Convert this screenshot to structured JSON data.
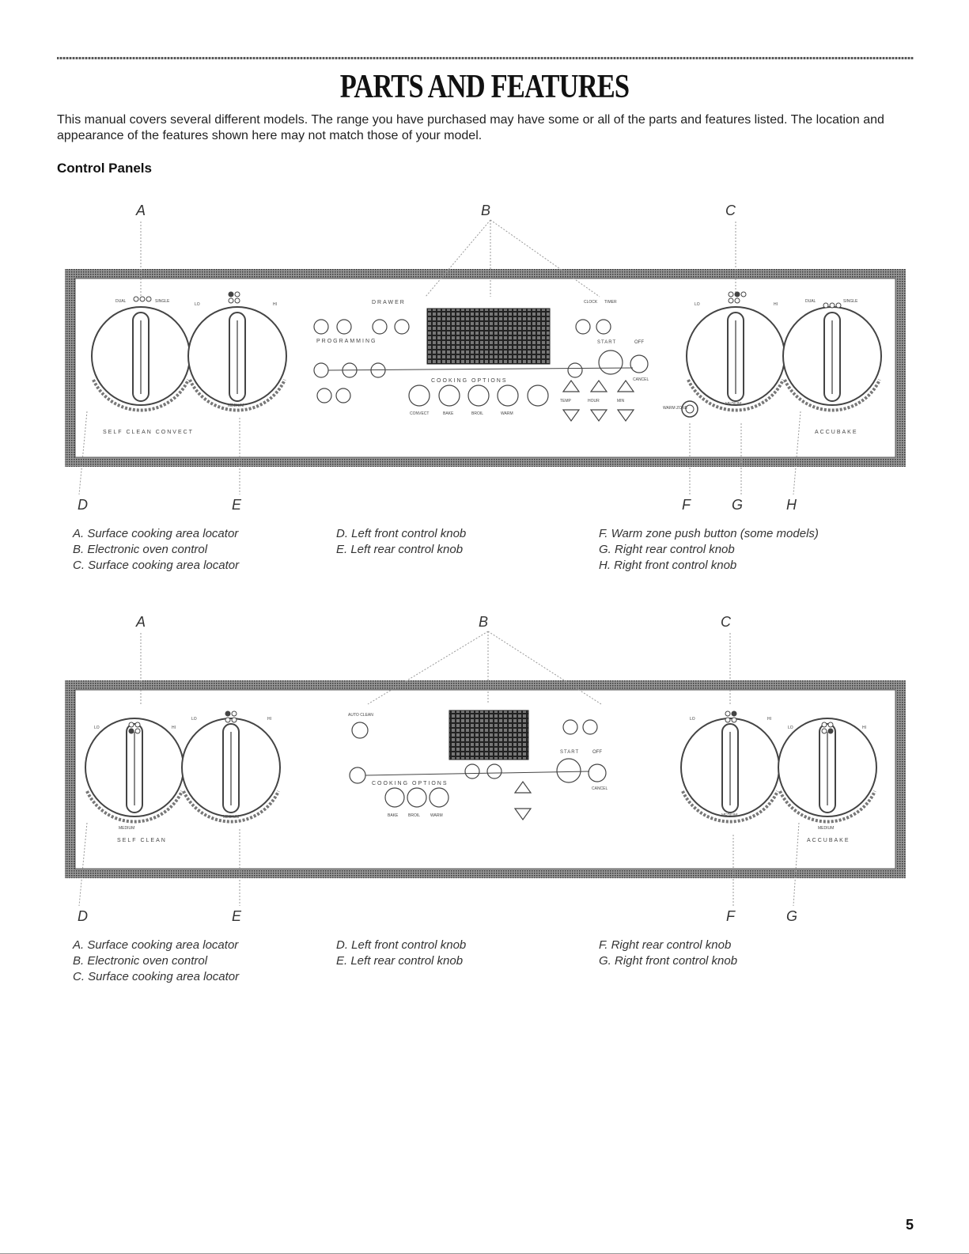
{
  "title": "PARTS AND FEATURES",
  "intro": "This manual covers several different models. The range you have purchased may have some or all of the parts and features listed. The location and appearance of the features shown here may not match those of your model.",
  "section_heading": "Control Panels",
  "panel1": {
    "callouts": {
      "a": "A",
      "b": "B",
      "c": "C",
      "d": "D",
      "e": "E",
      "f": "F",
      "g": "G",
      "h": "H"
    },
    "panel_text": {
      "self_clean_convect": "SELF CLEAN CONVECT",
      "accubake": "ACCUBAKE",
      "drawer": "DRAWER",
      "programming": "PROGRAMMING",
      "cooking_options": "COOKING OPTIONS",
      "warm_zone": "WARM ZONE",
      "start": "START",
      "off": "OFF",
      "temp": "TEMP",
      "hour": "HOUR",
      "min": "MIN",
      "bake": "BAKE",
      "broil": "BROIL",
      "warm": "WARM",
      "convect": "CONVECT",
      "cancel": "CANCEL",
      "clock": "CLOCK",
      "timer": "TIMER",
      "hi": "HI",
      "lo": "LO",
      "dual": "DUAL",
      "single": "SINGLE",
      "medium": "MEDIUM"
    },
    "legend": {
      "col1": [
        "A. Surface cooking area locator",
        "B. Electronic oven control",
        "C. Surface cooking area locator"
      ],
      "col2": [
        "D. Left front control knob",
        "E. Left rear control knob"
      ],
      "col3": [
        "F. Warm zone push button (some models)",
        "G. Right rear control knob",
        "H. Right front control knob"
      ]
    }
  },
  "panel2": {
    "callouts": {
      "a": "A",
      "b": "B",
      "c": "C",
      "d": "D",
      "e": "E",
      "f": "F",
      "g": "G"
    },
    "panel_text": {
      "self_clean": "SELF CLEAN",
      "accubake": "ACCUBAKE",
      "cooking_options": "COOKING OPTIONS",
      "auto_clean": "AUTO CLEAN",
      "start": "START",
      "off": "OFF",
      "cancel": "CANCEL",
      "bake": "BAKE",
      "broil": "BROIL",
      "warm": "WARM",
      "hi": "HI",
      "lo": "LO",
      "medium": "MEDIUM"
    },
    "legend": {
      "col1": [
        "A. Surface cooking area locator",
        "B. Electronic oven control",
        "C. Surface cooking area locator"
      ],
      "col2": [
        "D. Left front control knob",
        "E. Left rear control knob"
      ],
      "col3": [
        "F. Right rear control knob",
        "G. Right front control knob"
      ]
    }
  },
  "page_number": "5"
}
